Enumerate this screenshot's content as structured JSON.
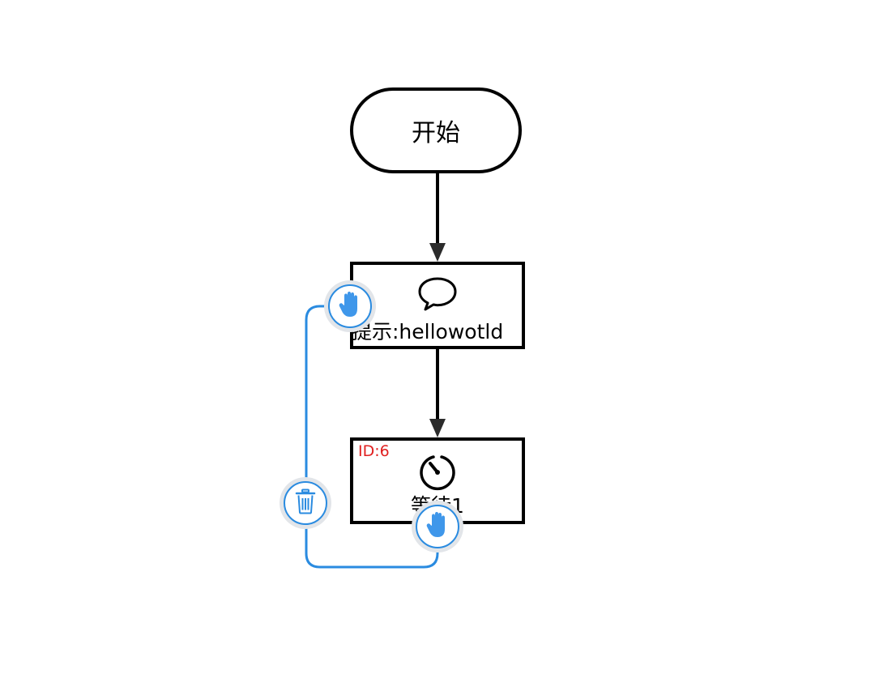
{
  "flowchart": {
    "start": {
      "label": "开始"
    },
    "tip": {
      "label": "提示:hellowotld",
      "icon": "speech-bubble-icon"
    },
    "wait": {
      "label": "等待1",
      "id_badge": "ID:6",
      "icon": "timer-icon"
    }
  },
  "colors": {
    "node_border": "#000000",
    "arrow": "#000000",
    "selected_link": "#2a8be0",
    "id_badge": "#e02020",
    "handle_ring": "#e2e5e9"
  },
  "tools": {
    "drag_icon": "hand-icon",
    "delete_icon": "trash-icon"
  }
}
